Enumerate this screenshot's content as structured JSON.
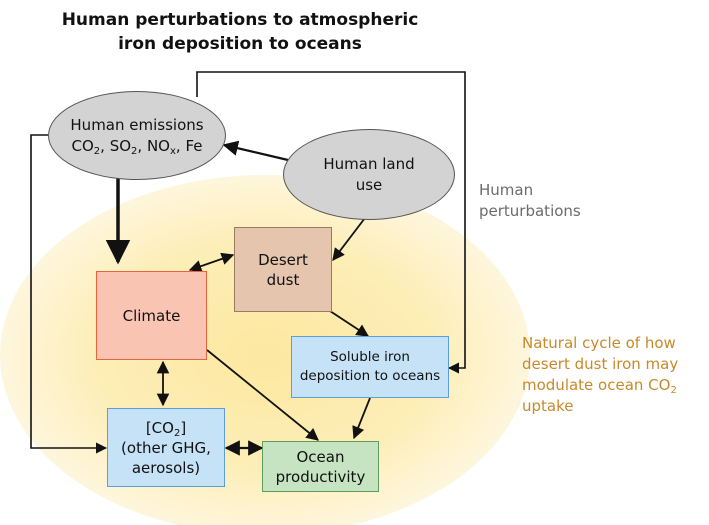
{
  "title": {
    "line1": "Human perturbations to atmospheric",
    "line2": "iron deposition to oceans"
  },
  "nodes": {
    "human_emissions": {
      "line1": "Human emissions",
      "co2_base": "CO",
      "co2_sub": "2",
      "sep1": ", ",
      "so2_base": "SO",
      "so2_sub": "2",
      "sep2": ", ",
      "nox_base": "NO",
      "nox_sub": "x",
      "sep3": ", ",
      "fe": "Fe"
    },
    "human_land_use": {
      "line1": "Human land",
      "line2": "use"
    },
    "desert_dust": {
      "line1": "Desert",
      "line2": "dust"
    },
    "climate": {
      "label": "Climate"
    },
    "soluble_iron": {
      "line1": "Soluble iron",
      "line2": "deposition to oceans"
    },
    "co2_box": {
      "open": "[CO",
      "sub": "2",
      "close": "]",
      "line2": "(other GHG,",
      "line3": "aerosols)"
    },
    "ocean_productivity": {
      "line1": "Ocean",
      "line2": "productivity"
    }
  },
  "labels": {
    "human_perturbations": {
      "line1": "Human",
      "line2": "perturbations"
    },
    "natural_cycle": {
      "line1": "Natural cycle of how",
      "line2": "desert dust iron may",
      "line3_base": "modulate ocean CO",
      "line3_sub": "2",
      "line4": "uptake"
    }
  },
  "colors": {
    "background_glow": "#fde8a0",
    "ellipse_fill": "#d3d3d3",
    "climate_fill": "#f9c4b2",
    "climate_border": "#e8643c",
    "desert_dust_fill": "#e5c5ad",
    "desert_dust_border": "#9c7a60",
    "blue_fill": "#c6e2f7",
    "blue_border": "#5a9fd6",
    "green_fill": "#c6e3c2",
    "green_border": "#5f9b5a",
    "human_perturbations_text": "#6b6b6b",
    "natural_cycle_text": "#c8892a",
    "arrow": "#111111"
  }
}
